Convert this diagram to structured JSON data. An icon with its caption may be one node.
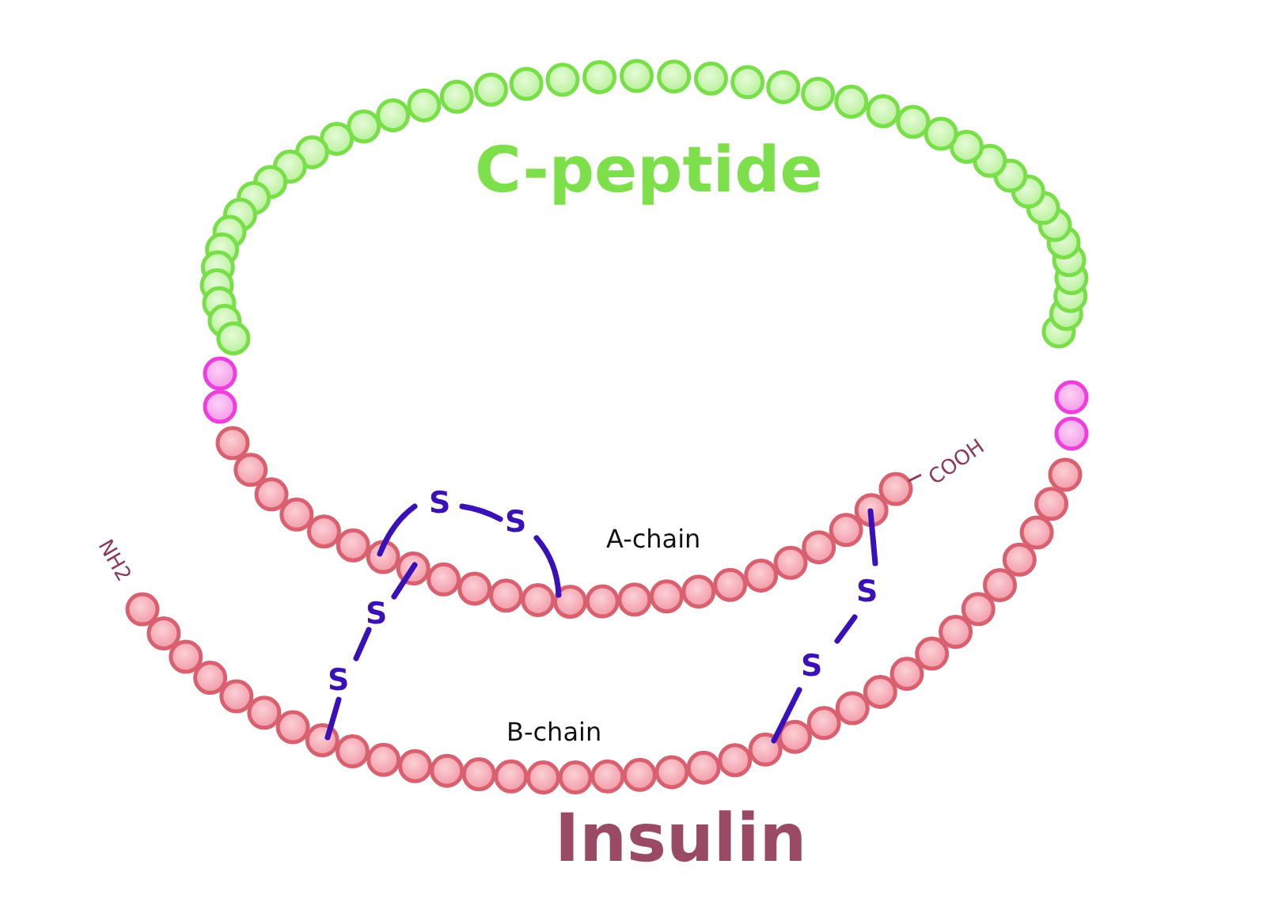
{
  "diagram": {
    "title": "Insulin",
    "labels": [
      "C-peptide",
      "COOH",
      "S",
      "S",
      "A-chain",
      "NH2",
      "S",
      "S",
      "S",
      "S",
      "B-chain"
    ]
  }
}
